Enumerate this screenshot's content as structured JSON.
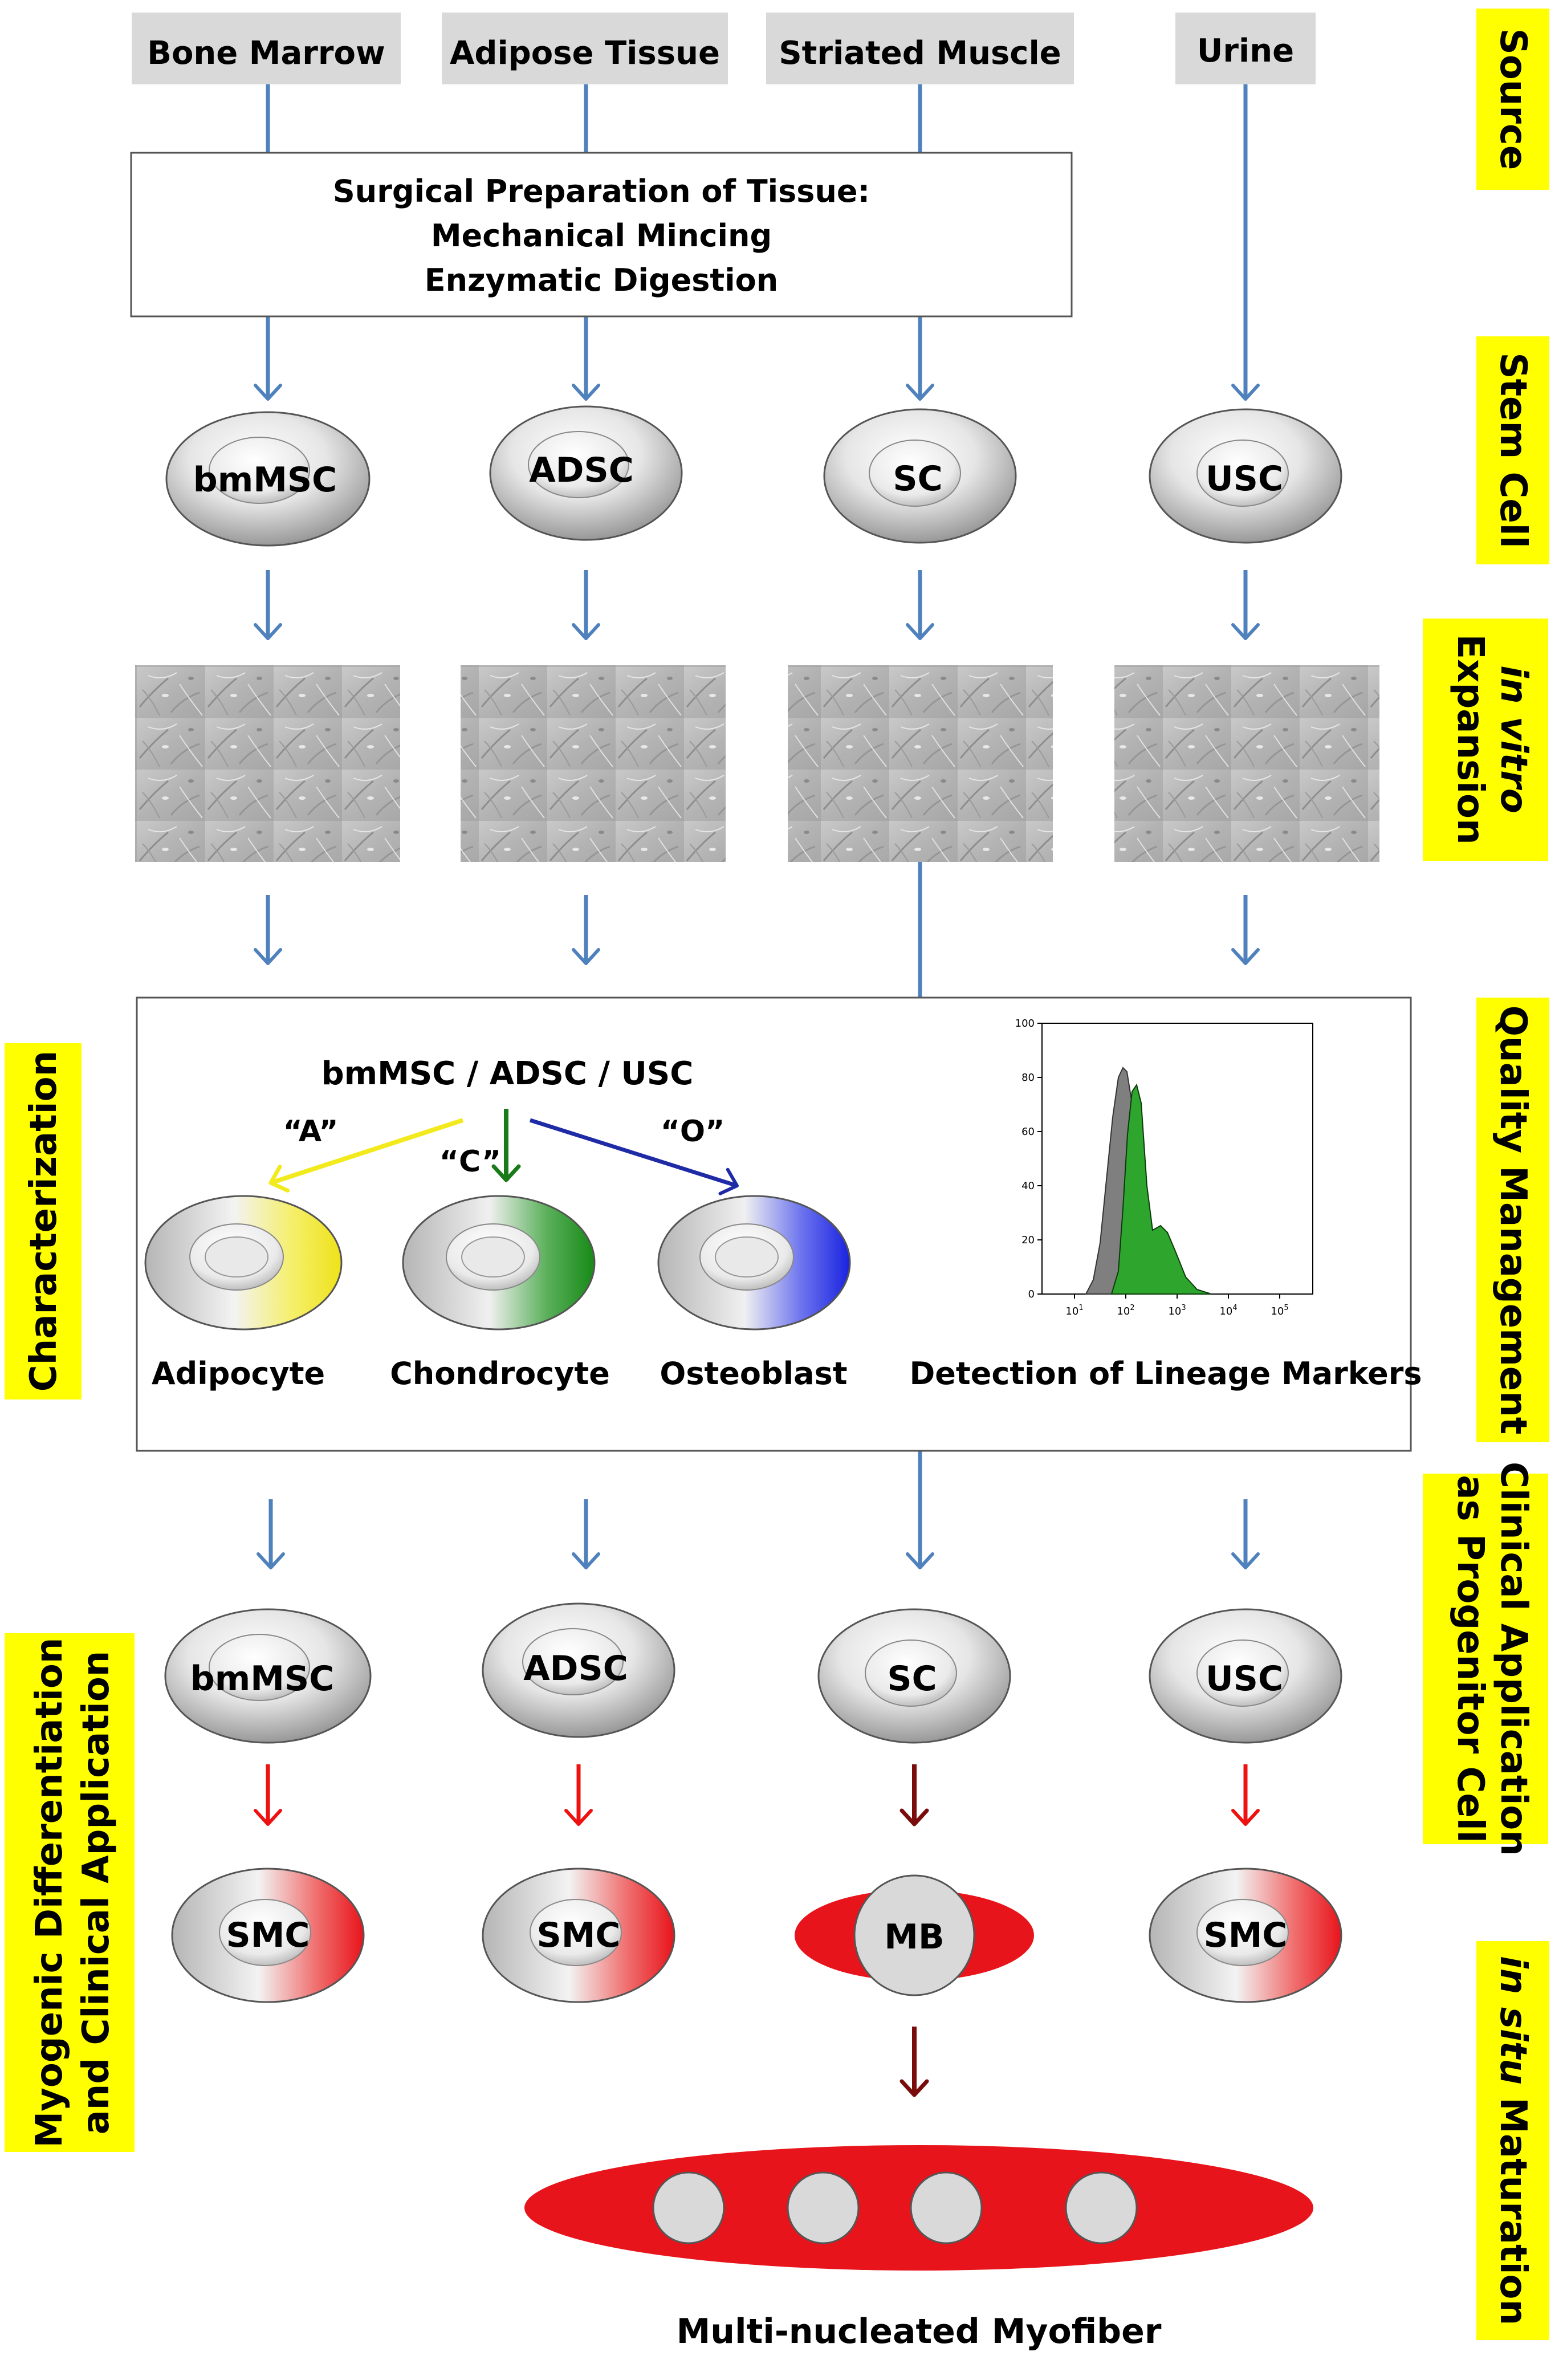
{
  "sources": [
    "Bone Marrow",
    "Adipose Tissue",
    "Striated Muscle",
    "Urine"
  ],
  "prep": {
    "title": "Surgical Preparation of Tissue:",
    "line2": "Mechanical Mincing",
    "line3": "Enzymatic Digestion"
  },
  "stem_cells": [
    "bmMSC",
    "ADSC",
    "SC",
    "USC"
  ],
  "characterization": {
    "header": "bmMSC / ADSC / USC",
    "branch_a": "“A”",
    "branch_c": "“C”",
    "branch_o": "“O”",
    "cells": [
      "Adipocyte",
      "Chondrocyte",
      "Osteoblast"
    ],
    "markers_label": "Detection of Lineage Markers"
  },
  "histogram": {
    "y_ticks": [
      "0",
      "20",
      "40",
      "60",
      "80",
      "100"
    ],
    "x_ticks": [
      "10",
      "10",
      "10",
      "10",
      "10"
    ],
    "x_exponents": [
      "1",
      "2",
      "3",
      "4",
      "5"
    ]
  },
  "progenitors": [
    "bmMSC",
    "ADSC",
    "SC",
    "USC"
  ],
  "differentiated": [
    "SMC",
    "SMC",
    "MB",
    "SMC"
  ],
  "myofiber_label": "Multi-nucleated Myofiber",
  "right_labels": {
    "source": "Source",
    "stem_cell": "Stem Cell",
    "expansion_italic": "in vitro",
    "expansion": "Expansion",
    "quality": "Quality Management",
    "clinical_1": "Clinical Application",
    "clinical_2": "as Progenitor Cell",
    "maturation_italic": "in situ",
    "maturation": " Maturation"
  },
  "left_labels": {
    "characterization": "Characterization",
    "myogenic_1": "Myogenic Differentiation",
    "myogenic_2": "and Clinical Application"
  },
  "colors": {
    "flow_arrow": "#4f81bd",
    "red_arrow": "#ee1111",
    "dark_red_arrow": "#7a0c0c",
    "yellow_arrow": "#f2ea1c",
    "green_arrow": "#1a7a1a",
    "blue_arrow": "#1f2aa6",
    "label_bg": "#ffff00",
    "source_box": "#d9d9d9",
    "cell_red": "#e8141b"
  }
}
